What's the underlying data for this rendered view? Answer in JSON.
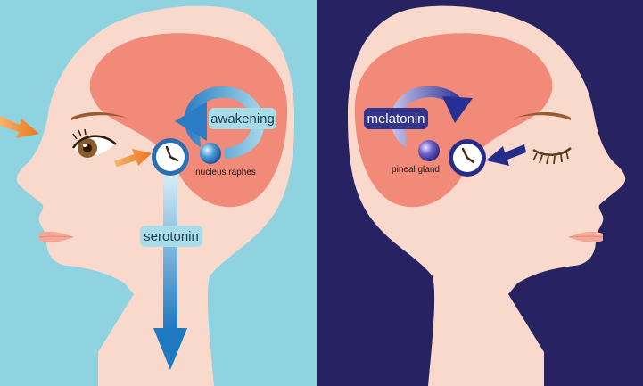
{
  "left_panel": {
    "labels": {
      "awakening": "awakening",
      "nucleus": "nucleus raphes",
      "serotonin": "serotonin"
    }
  },
  "right_panel": {
    "labels": {
      "melatonin": "melatonin",
      "pineal": "pineal gland"
    }
  },
  "colors": {
    "left_bg": "#8fd3e0",
    "right_bg": "#272262",
    "skin": "#f9d9cc",
    "brain": "#f18a78",
    "lip": "#f3a796",
    "iris": "#8a5a2b",
    "orange_arrow": "#f08a24",
    "blue_arrow": "#2c7fc1",
    "navy_arrow": "#242d8a",
    "label_bg_light": "#a8dde8",
    "label_bg_dark": "#33358c"
  },
  "icons": [
    "clock-icon",
    "sphere-icon",
    "cycle-arrow-icon",
    "down-arrow-icon",
    "eye-open-icon",
    "eye-closed-icon"
  ]
}
